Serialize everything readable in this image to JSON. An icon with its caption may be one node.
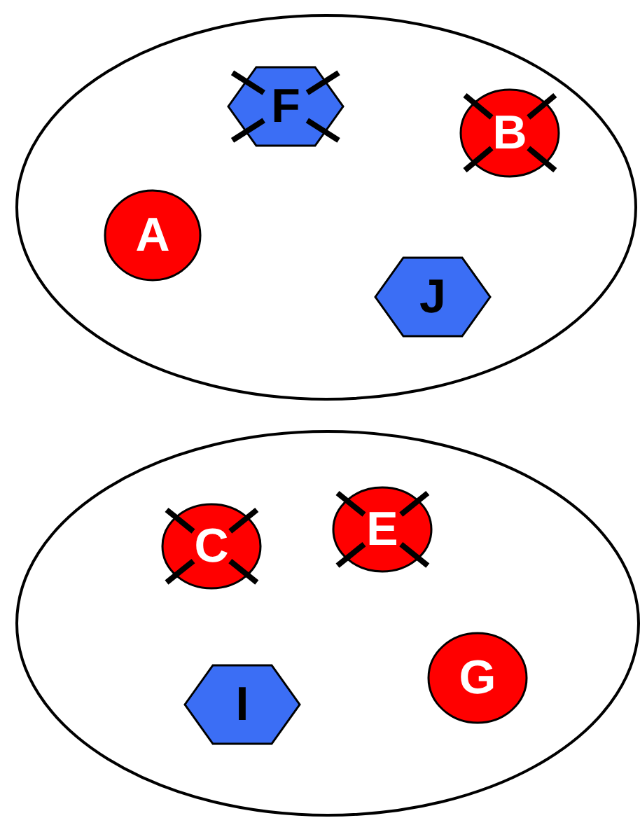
{
  "diagram": {
    "nodes": [
      {
        "text": [],
        "shape": "ellipse"
      },
      {
        "text": [
          "F"
        ],
        "in": 0
      },
      {
        "text": [
          "B"
        ],
        "in": 0
      },
      {
        "text": [
          "A"
        ],
        "in": 0
      },
      {
        "text": [
          "J"
        ],
        "in": 0
      },
      {
        "text": [],
        "shape": "ellipse"
      },
      {
        "text": [
          "C"
        ],
        "in": 5
      },
      {
        "text": [
          "E"
        ],
        "in": 5
      },
      {
        "text": [
          "I"
        ],
        "in": 5
      },
      {
        "text": [
          "G"
        ],
        "in": 5
      }
    ]
  }
}
